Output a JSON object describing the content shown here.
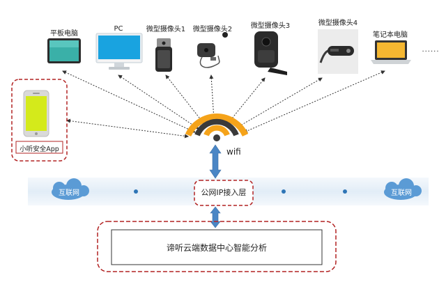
{
  "devices": {
    "tablet": "平板电脑",
    "pc": "PC",
    "cam1": "微型摄像头1",
    "cam2": "微型摄像头2",
    "cam3": "微型摄像头3",
    "cam4": "微型摄像头4",
    "laptop": "笔记本电脑",
    "more": "......"
  },
  "app_label": "小听安全App",
  "wifi_label": "wifi",
  "internet_left": "互联网",
  "internet_right": "互联网",
  "ip_layer": "公网IP接入层",
  "cloud_center": "谛听云端数据中心智能分析",
  "colors": {
    "dash_red": "#b22222",
    "arrow_blue": "#4a86c5",
    "wifi_orange": "#f5a31a",
    "wifi_dark": "#3a3a3a",
    "band": "#e8f1f9",
    "cloud": "#5b9bd5"
  }
}
